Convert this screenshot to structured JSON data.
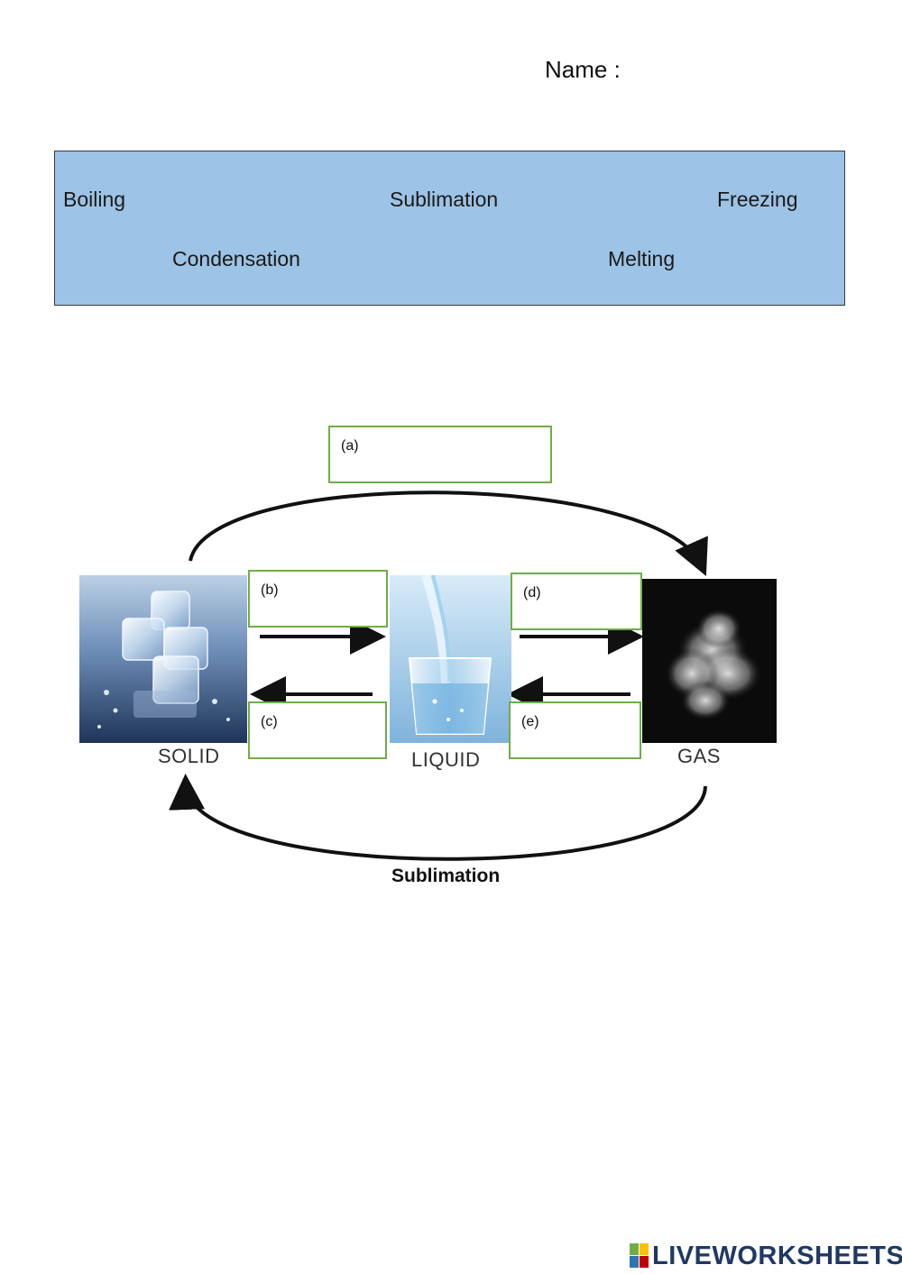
{
  "header": {
    "name_label": "Name :"
  },
  "word_bank": {
    "words": [
      "Boiling",
      "Sublimation",
      "Freezing",
      "Condensation",
      "Melting"
    ]
  },
  "diagram": {
    "answer_boxes": [
      "(a)",
      "(b)",
      "(c)",
      "(d)",
      "(e)"
    ],
    "states": [
      "SOLID",
      "LIQUID",
      "GAS"
    ],
    "bottom_caption": "Sublimation"
  },
  "footer": {
    "brand": "LIVEWORKSHEETS"
  },
  "colors": {
    "word_bank_fill": "#9dc3e6",
    "answer_box_border": "#70ad47",
    "brand_text": "#1f3864"
  }
}
